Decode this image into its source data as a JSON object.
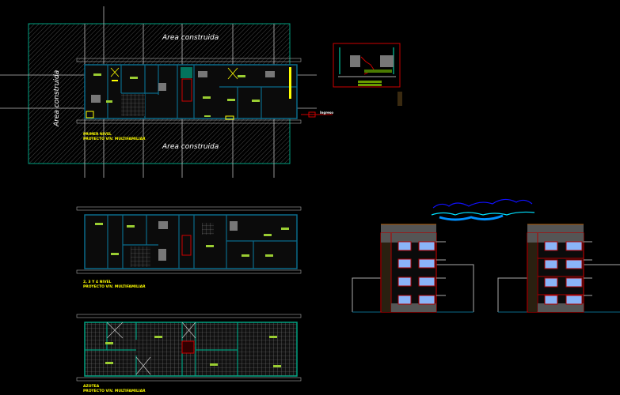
{
  "drawing": {
    "site_labels": {
      "top": "Area construida",
      "bottom": "Area construida",
      "left": "Area construida"
    },
    "entrance_label": "Ingreso",
    "plans": [
      {
        "title": "PRIMER NIVEL",
        "subtitle": "PROYECTO VIV. MULTIFAMILIAR"
      },
      {
        "title": "2, 3 Y 4 NIVEL",
        "subtitle": "PROYECTO VIV. MULTIFAMILIAR"
      },
      {
        "title": "AZOTEA",
        "subtitle": "PROYECTO VIV. MULTIFAMILIAR"
      }
    ],
    "colors": {
      "background": "#000000",
      "wall": "#0a6a8a",
      "dimension": "#a0a0a0",
      "label": "#ffff00",
      "accent_green": "#00a080",
      "elevation_frame": "#b00000"
    }
  }
}
